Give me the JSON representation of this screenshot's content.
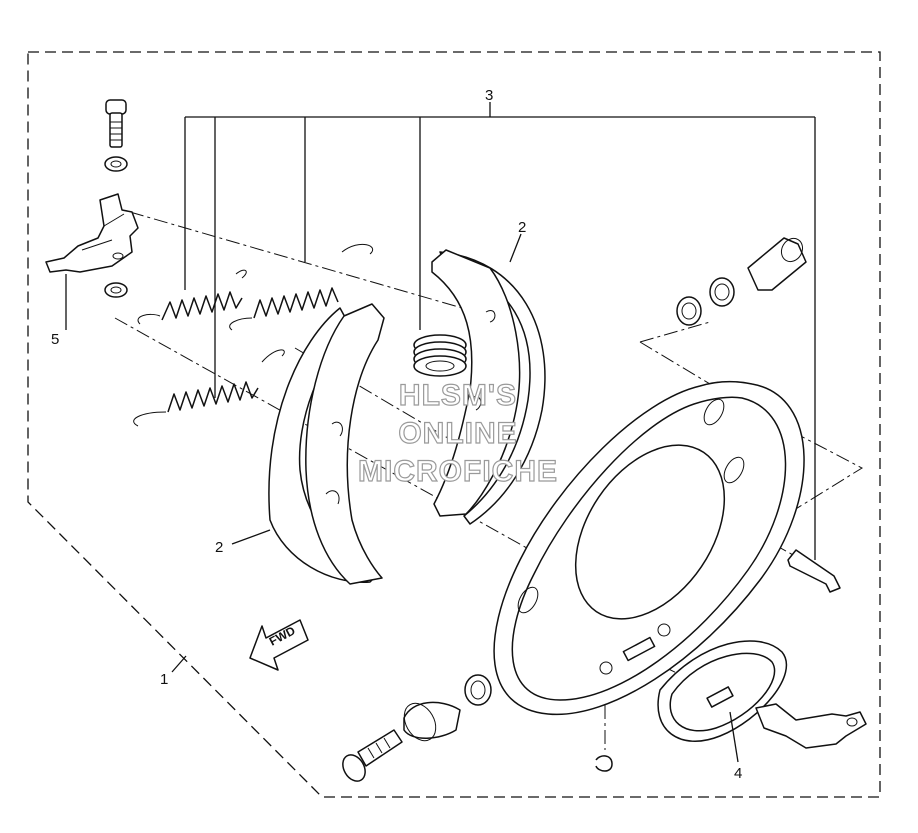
{
  "callouts": {
    "c1": "1",
    "c2a": "2",
    "c2b": "2",
    "c3": "3",
    "c4": "4",
    "c5": "5"
  },
  "watermark": {
    "line1": "HLSM'S",
    "line2": "ONLINE",
    "line3": "MICROFICHE"
  },
  "direction_arrow": "FWD"
}
